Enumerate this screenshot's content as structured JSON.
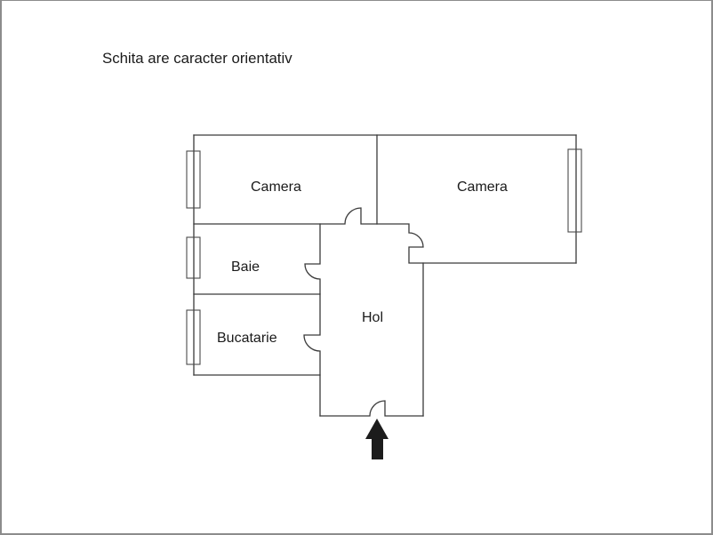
{
  "title": "Schita are caracter orientativ",
  "plan": {
    "rooms": [
      {
        "id": "camera-1",
        "label": "Camera"
      },
      {
        "id": "camera-2",
        "label": "Camera"
      },
      {
        "id": "baie",
        "label": "Baie"
      },
      {
        "id": "hol",
        "label": "Hol"
      },
      {
        "id": "bucatarie",
        "label": "Bucatarie"
      }
    ],
    "entrance_icon": "arrow-up-icon",
    "colors": {
      "walls": "#3a3a3a",
      "text": "#1a1a1a",
      "arrow": "#1c1c1c",
      "frame": "#8c8c8c"
    }
  }
}
